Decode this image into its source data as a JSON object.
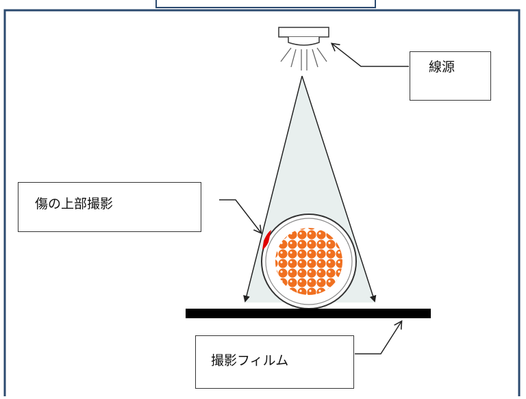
{
  "labels": {
    "source": "線源",
    "defect": "傷の上部撮影",
    "film": "撮影フィルム"
  },
  "colors": {
    "frame": "#2b4a6f",
    "beam": "#e8efee",
    "content": "#f07020",
    "defect": "#e00000",
    "film": "#000000"
  }
}
